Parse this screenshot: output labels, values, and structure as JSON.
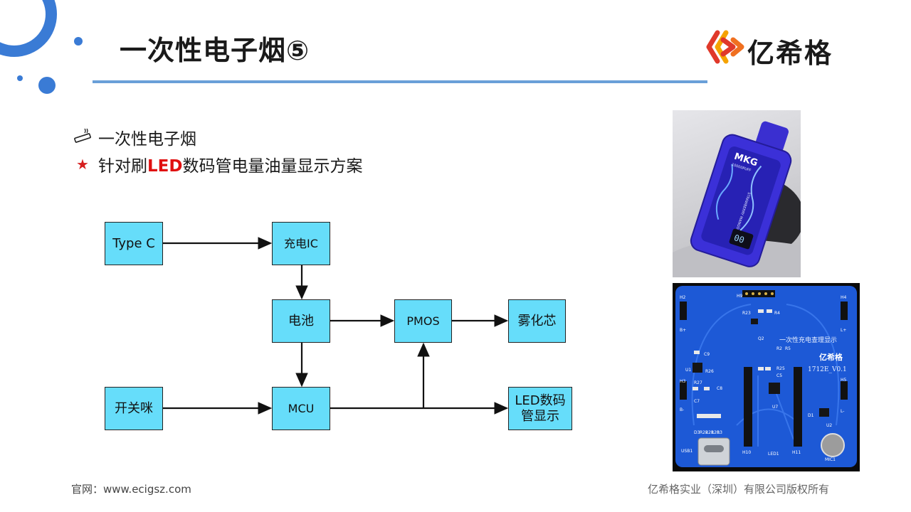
{
  "slide": {
    "title": "一次性电子烟⑤",
    "logo_text": "亿希格"
  },
  "bullets": [
    {
      "icon": "cigarette-icon",
      "text": "一次性电子烟"
    },
    {
      "icon": "star-icon",
      "text_pre": "针对刷",
      "text_highlight": "LED",
      "text_post": "数码管电量油量显示方案"
    }
  ],
  "diagram": {
    "nodes": {
      "typec": "Type C",
      "charge_ic": "充电IC",
      "battery": "电池",
      "pmos": "PMOS",
      "atomizer": "雾化芯",
      "switch": "开关咪",
      "mcu": "MCU",
      "led": "LED数码\n管显示"
    },
    "edges": [
      [
        "typec",
        "charge_ic"
      ],
      [
        "charge_ic",
        "battery"
      ],
      [
        "battery",
        "pmos"
      ],
      [
        "pmos",
        "atomizer"
      ],
      [
        "battery",
        "mcu"
      ],
      [
        "switch",
        "mcu"
      ],
      [
        "mcu",
        "led"
      ],
      [
        "mcu",
        "pmos"
      ]
    ]
  },
  "photos": {
    "device": {
      "brand": "MKG",
      "puffs": "10000PUFF",
      "flavor": "STRAWBERRY MANGO ICE"
    },
    "pcb": {
      "title": "一次性充电查理显示",
      "logo": "亿希格",
      "version": "1712E_V0.1",
      "labels": [
        "H2",
        "H9",
        "H4",
        "B+",
        "L+",
        "R23",
        "R4",
        "Q2",
        "R2",
        "R5",
        "C9",
        "U1",
        "R26",
        "R25",
        "C5",
        "H3",
        "R27",
        "C8",
        "C7",
        "U7",
        "H5",
        "B-",
        "D1",
        "U2",
        "L-",
        "D3",
        "R22",
        "R21",
        "R20",
        "R3",
        "USB1",
        "H10",
        "LED1",
        "H11",
        "MIC1"
      ]
    }
  },
  "footer": {
    "website": "官网：www.ecigsz.com",
    "copyright": "亿希格实业（深圳）有限公司版权所有"
  },
  "colors": {
    "accent_blue": "#3a78d4",
    "box_fill": "#66ddfa",
    "highlight_red": "#e01010",
    "title_line": "#6a9fd8"
  }
}
